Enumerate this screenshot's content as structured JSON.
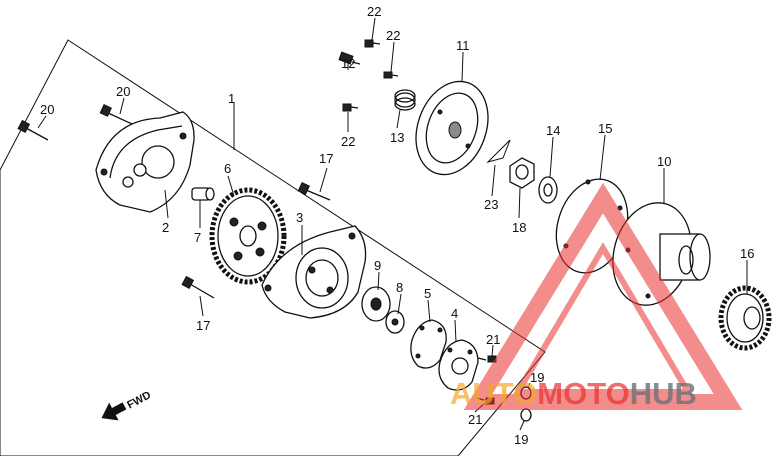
{
  "diagram": {
    "callouts": [
      "1",
      "2",
      "3",
      "4",
      "5",
      "6",
      "7",
      "8",
      "9",
      "10",
      "11",
      "12",
      "13",
      "14",
      "15",
      "16",
      "17",
      "17",
      "18",
      "19",
      "19",
      "20",
      "20",
      "21",
      "21",
      "22",
      "22",
      "22",
      "23"
    ],
    "fwd_label": "FWD"
  },
  "watermark": {
    "text_part1": "AUTO",
    "text_part2": "MOTO",
    "text_part3": "HUB",
    "colors": {
      "red": "#e8312f",
      "orange": "#f5a623",
      "grey": "#6b7078"
    }
  }
}
